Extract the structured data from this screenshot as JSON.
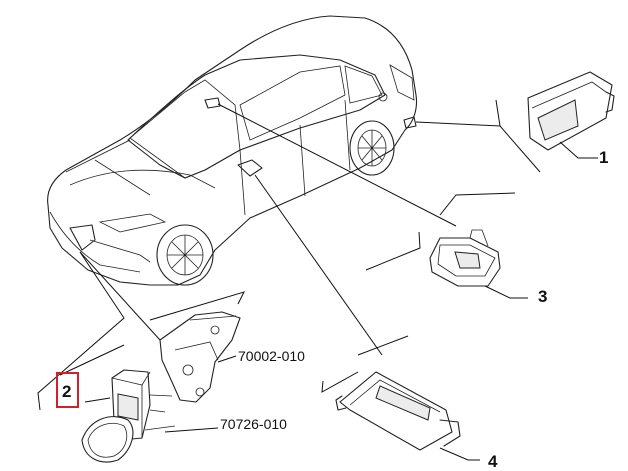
{
  "callouts": {
    "part_1": "1",
    "part_2": "2",
    "part_3": "3",
    "part_4": "4",
    "ref_bracket": "70002-010",
    "ref_cover": "70726-010"
  },
  "colors": {
    "line": "#222222",
    "highlight_box": "#d0202a",
    "background": "#ffffff"
  }
}
